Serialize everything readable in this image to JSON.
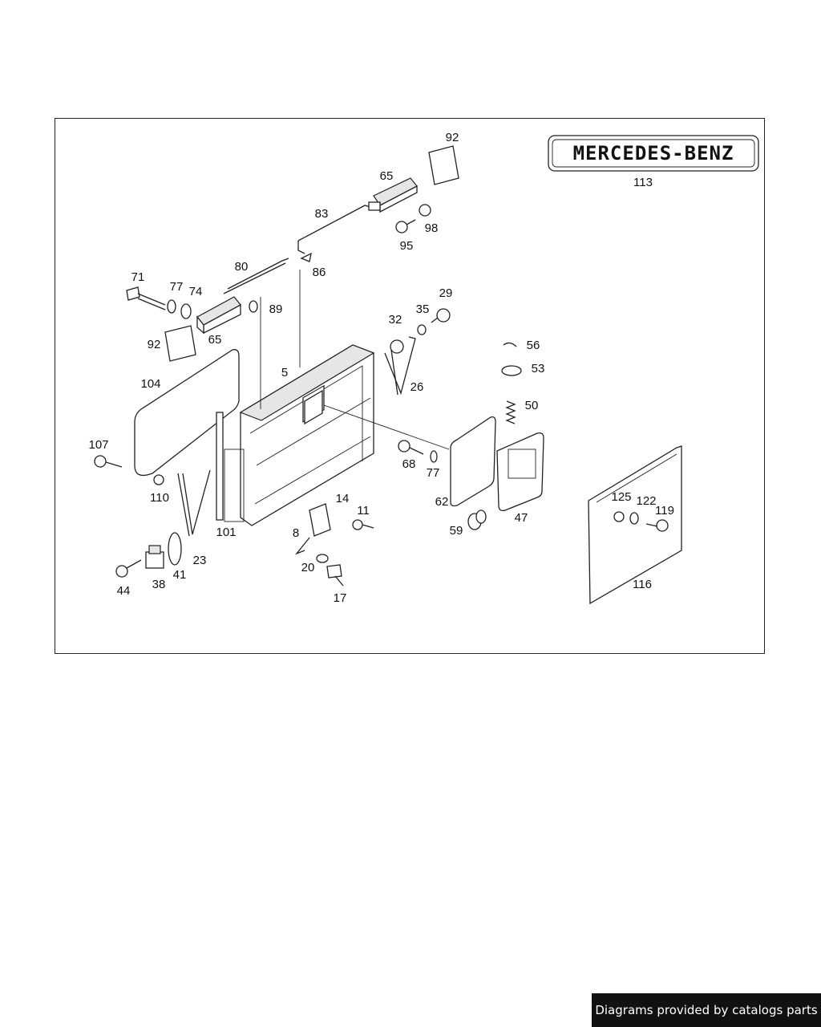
{
  "diagram": {
    "logo_text": "MERCEDES-BENZ",
    "callouts": [
      "92",
      "65",
      "113",
      "83",
      "95",
      "98",
      "80",
      "86",
      "71",
      "77",
      "74",
      "89",
      "65",
      "92",
      "32",
      "35",
      "29",
      "26",
      "56",
      "53",
      "50",
      "104",
      "5",
      "107",
      "68",
      "77",
      "110",
      "62",
      "47",
      "59",
      "14",
      "11",
      "8",
      "20",
      "17",
      "101",
      "23",
      "41",
      "38",
      "44",
      "125",
      "122",
      "119",
      "116"
    ]
  },
  "footer": {
    "text": "Diagrams provided by catalogs parts"
  }
}
